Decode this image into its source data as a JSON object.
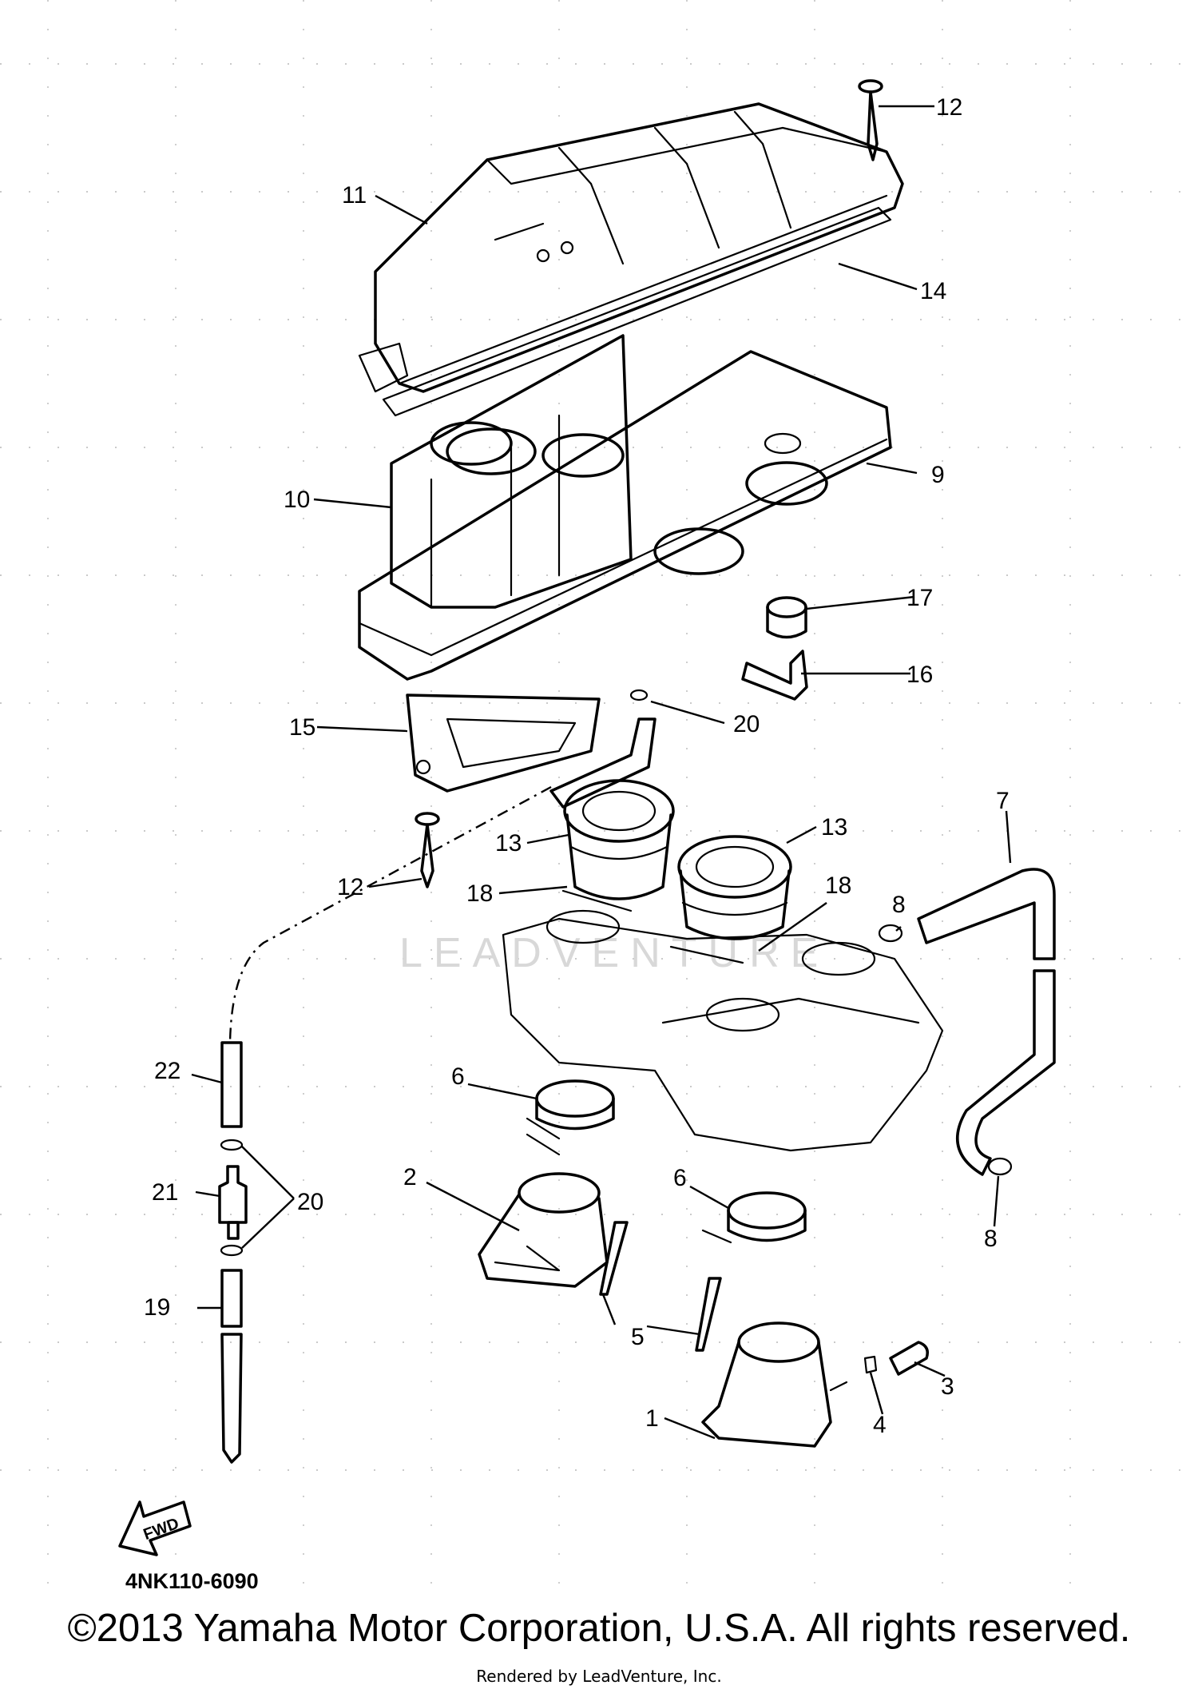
{
  "diagram": {
    "callouts": {
      "c1": "1",
      "c2": "2",
      "c3": "3",
      "c4": "4",
      "c5": "5",
      "c6a": "6",
      "c6b": "6",
      "c7": "7",
      "c8a": "8",
      "c8b": "8",
      "c9": "9",
      "c10": "10",
      "c11": "11",
      "c12a": "12",
      "c12b": "12",
      "c13a": "13",
      "c13b": "13",
      "c14": "14",
      "c15": "15",
      "c16": "16",
      "c17": "17",
      "c18a": "18",
      "c18b": "18",
      "c19": "19",
      "c20a": "20",
      "c20b": "20",
      "c21": "21",
      "c22": "22"
    },
    "fwd_label": "FWD",
    "drawing_code": "4NK110-6090",
    "watermark": "LEADVENTURE"
  },
  "footer": {
    "copyright": "©2013 Yamaha Motor Corporation, U.S.A. All rights reserved.",
    "rendered_by": "Rendered by LeadVenture, Inc."
  }
}
